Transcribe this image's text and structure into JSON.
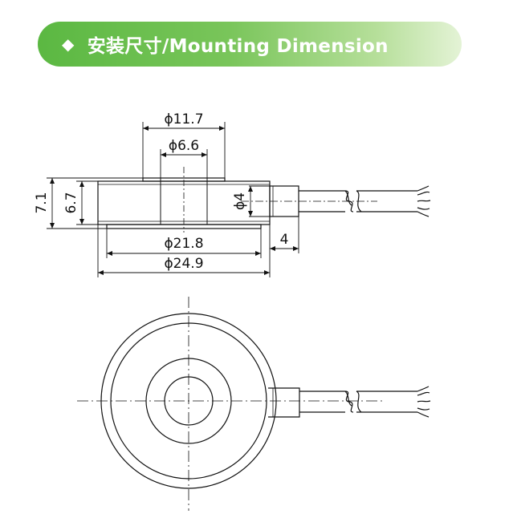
{
  "header": {
    "title": "安装尺寸/Mounting Dimension",
    "icon": "diamond-icon",
    "colors": {
      "start": "#5bb842",
      "end": "#e4f3d6",
      "text": "#ffffff"
    }
  },
  "drawing": {
    "dimensions": {
      "top_boss_dia": "ϕ11.7",
      "bore_dia": "ϕ6.6",
      "total_height": "7.1",
      "body_height": "6.7",
      "cable_dia": "ϕ4",
      "bottom_dia": "ϕ21.8",
      "outer_dia": "ϕ24.9",
      "cable_exit_length": "4"
    }
  }
}
